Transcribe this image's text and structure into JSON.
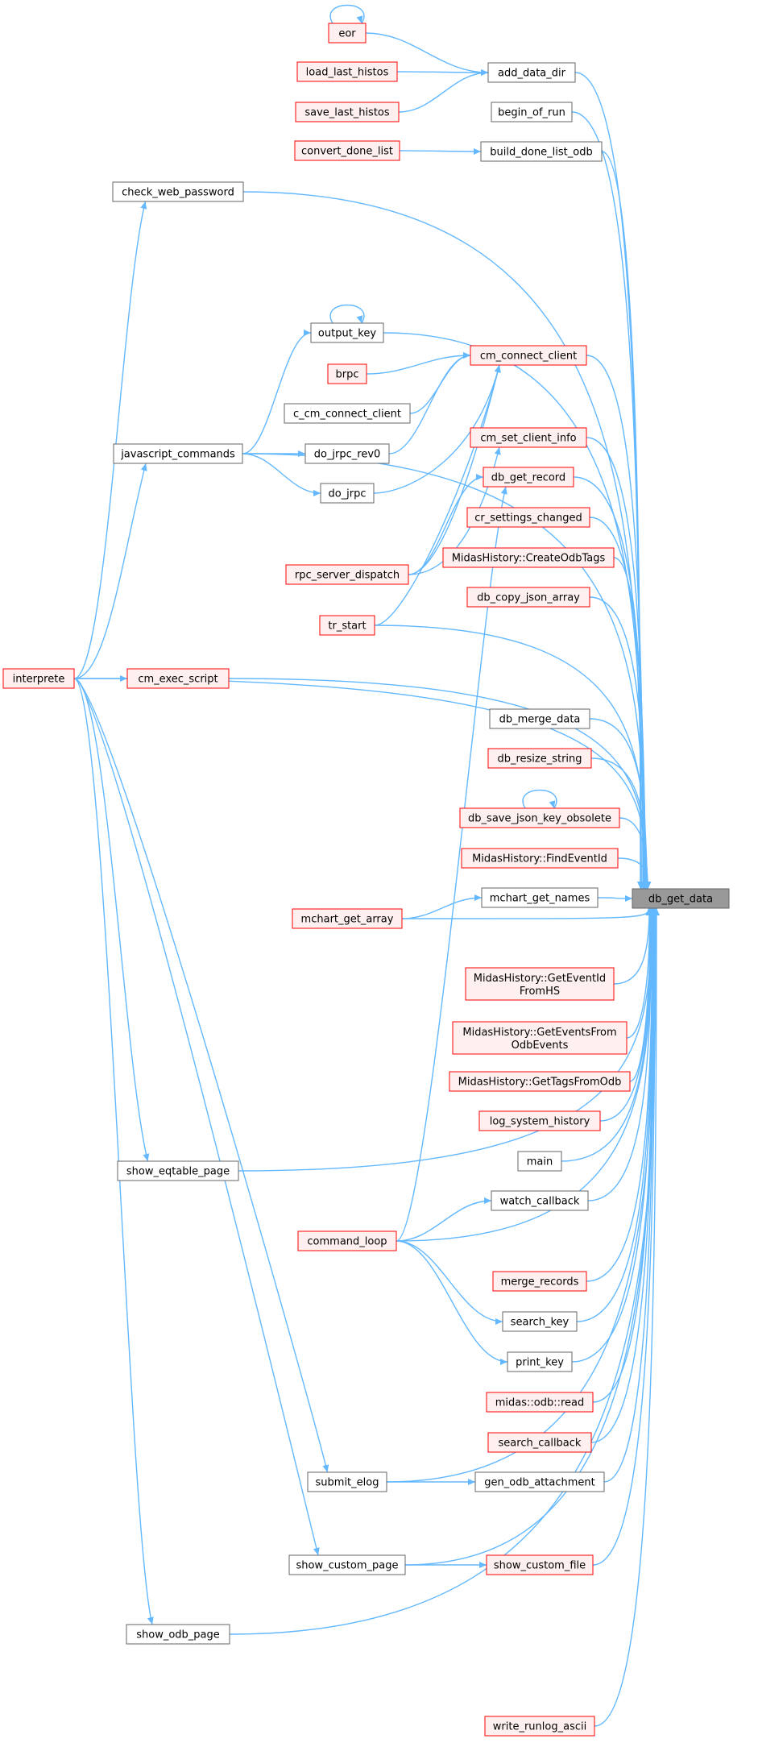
{
  "diagram": {
    "colors": {
      "edge": "#63b8ff",
      "node_border": "#666666",
      "incomplete_border": "#ff0000",
      "incomplete_fill": "#fff0f0",
      "root_fill": "#999999"
    },
    "root": {
      "id": "db_get_data",
      "label": "db_get_data"
    },
    "nodes": [
      {
        "id": "eor",
        "label": "eor",
        "style": "red"
      },
      {
        "id": "load_last_histos",
        "label": "load_last_histos",
        "style": "red"
      },
      {
        "id": "save_last_histos",
        "label": "save_last_histos",
        "style": "red"
      },
      {
        "id": "add_data_dir",
        "label": "add_data_dir",
        "style": "black"
      },
      {
        "id": "begin_of_run",
        "label": "begin_of_run",
        "style": "black"
      },
      {
        "id": "convert_done_list",
        "label": "convert_done_list",
        "style": "red"
      },
      {
        "id": "build_done_list_odb",
        "label": "build_done_list_odb",
        "style": "black"
      },
      {
        "id": "check_web_password",
        "label": "check_web_password",
        "style": "black"
      },
      {
        "id": "output_key",
        "label": "output_key",
        "style": "black"
      },
      {
        "id": "cm_connect_client",
        "label": "cm_connect_client",
        "style": "red"
      },
      {
        "id": "brpc",
        "label": "brpc",
        "style": "red"
      },
      {
        "id": "c_cm_connect_client",
        "label": "c_cm_connect_client",
        "style": "black"
      },
      {
        "id": "javascript_commands",
        "label": "javascript_commands",
        "style": "black"
      },
      {
        "id": "do_jrpc_rev0",
        "label": "do_jrpc_rev0",
        "style": "black"
      },
      {
        "id": "cm_set_client_info",
        "label": "cm_set_client_info",
        "style": "red"
      },
      {
        "id": "do_jrpc",
        "label": "do_jrpc",
        "style": "black"
      },
      {
        "id": "db_get_record",
        "label": "db_get_record",
        "style": "red"
      },
      {
        "id": "cr_settings_changed",
        "label": "cr_settings_changed",
        "style": "red"
      },
      {
        "id": "rpc_server_dispatch",
        "label": "rpc_server_dispatch",
        "style": "red"
      },
      {
        "id": "CreateOdbTags",
        "label": "MidasHistory::CreateOdbTags",
        "style": "red"
      },
      {
        "id": "db_copy_json_array",
        "label": "db_copy_json_array",
        "style": "red"
      },
      {
        "id": "tr_start",
        "label": "tr_start",
        "style": "red"
      },
      {
        "id": "interprete",
        "label": "interprete",
        "style": "red"
      },
      {
        "id": "cm_exec_script",
        "label": "cm_exec_script",
        "style": "red"
      },
      {
        "id": "db_merge_data",
        "label": "db_merge_data",
        "style": "black"
      },
      {
        "id": "db_resize_string",
        "label": "db_resize_string",
        "style": "red"
      },
      {
        "id": "db_save_json_key_obsolete",
        "label": "db_save_json_key_obsolete",
        "style": "red"
      },
      {
        "id": "FindEventId",
        "label": "MidasHistory::FindEventId",
        "style": "red"
      },
      {
        "id": "mchart_get_names",
        "label": "mchart_get_names",
        "style": "black"
      },
      {
        "id": "mchart_get_array",
        "label": "mchart_get_array",
        "style": "red"
      },
      {
        "id": "GetEventIdFromHS",
        "label": "MidasHistory::GetEventId FromHS",
        "style": "red"
      },
      {
        "id": "GetEventsFromOdbEvents",
        "label": "MidasHistory::GetEventsFrom OdbEvents",
        "style": "red"
      },
      {
        "id": "GetTagsFromOdb",
        "label": "MidasHistory::GetTagsFromOdb",
        "style": "red"
      },
      {
        "id": "log_system_history",
        "label": "log_system_history",
        "style": "red"
      },
      {
        "id": "main",
        "label": "main",
        "style": "black"
      },
      {
        "id": "show_eqtable_page",
        "label": "show_eqtable_page",
        "style": "black"
      },
      {
        "id": "watch_callback",
        "label": "watch_callback",
        "style": "black"
      },
      {
        "id": "command_loop",
        "label": "command_loop",
        "style": "red"
      },
      {
        "id": "merge_records",
        "label": "merge_records",
        "style": "red"
      },
      {
        "id": "search_key",
        "label": "search_key",
        "style": "black"
      },
      {
        "id": "print_key",
        "label": "print_key",
        "style": "black"
      },
      {
        "id": "odb_read",
        "label": "midas::odb::read",
        "style": "red"
      },
      {
        "id": "search_callback",
        "label": "search_callback",
        "style": "red"
      },
      {
        "id": "submit_elog",
        "label": "submit_elog",
        "style": "black"
      },
      {
        "id": "gen_odb_attachment",
        "label": "gen_odb_attachment",
        "style": "black"
      },
      {
        "id": "show_custom_page",
        "label": "show_custom_page",
        "style": "black"
      },
      {
        "id": "show_custom_file",
        "label": "show_custom_file",
        "style": "red"
      },
      {
        "id": "show_odb_page",
        "label": "show_odb_page",
        "style": "black"
      },
      {
        "id": "write_runlog_ascii",
        "label": "write_runlog_ascii",
        "style": "red"
      }
    ]
  }
}
